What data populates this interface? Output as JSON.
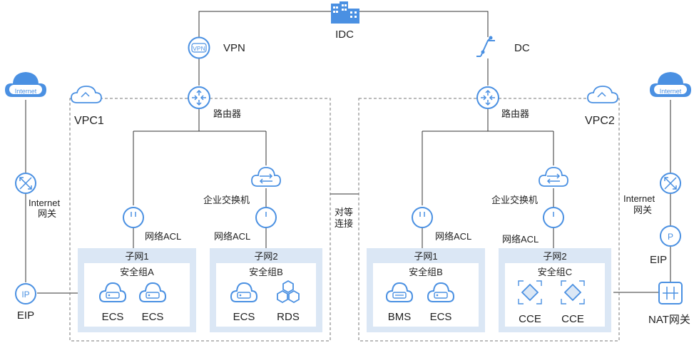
{
  "colors": {
    "line": "#333333",
    "icon": "#4a90e2",
    "icon_light": "#9cc3ef",
    "subnet_fill": "#dbe7f5",
    "dash": "#777777"
  },
  "top": {
    "idc": "IDC",
    "vpn": "VPN",
    "dc": "DC"
  },
  "peering": {
    "line1": "对等",
    "line2": "连接"
  },
  "left_side": {
    "internet": "Internet",
    "gateway_line1": "Internet",
    "gateway_line2": "网关",
    "eip": "EIP"
  },
  "right_side": {
    "internet": "Internet",
    "gateway_line1": "Internet",
    "gateway_line2": "网关",
    "eip": "EIP",
    "nat": "NAT网关"
  },
  "vpc1": {
    "name": "VPC1",
    "router": "路由器",
    "switch": "企业交换机",
    "subnet1": {
      "acl": "网络ACL",
      "title": "子网1",
      "sg": "安全组A",
      "servers": [
        "ECS",
        "ECS"
      ]
    },
    "subnet2": {
      "acl": "网络ACL",
      "title": "子网2",
      "sg": "安全组B",
      "servers": [
        "ECS",
        "RDS"
      ]
    }
  },
  "vpc2": {
    "name": "VPC2",
    "router": "路由器",
    "switch": "企业交换机",
    "subnet1": {
      "acl": "网络ACL",
      "title": "子网1",
      "sg": "安全组B",
      "servers": [
        "BMS",
        "ECS"
      ]
    },
    "subnet2": {
      "acl": "网络ACL",
      "title": "子网2",
      "sg": "安全组C",
      "servers": [
        "CCE",
        "CCE"
      ]
    }
  }
}
